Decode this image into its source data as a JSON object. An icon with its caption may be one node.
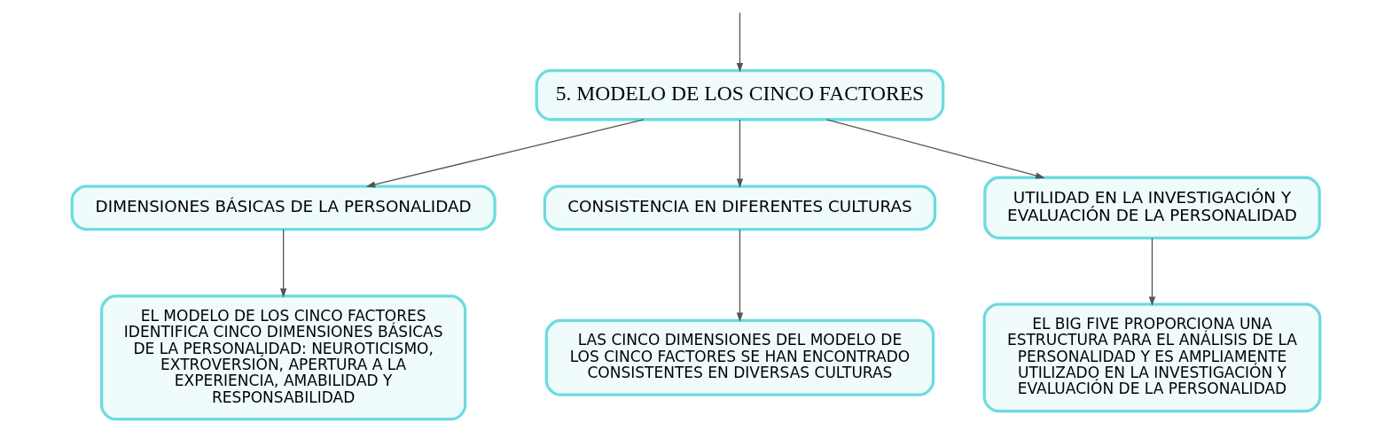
{
  "diagram": {
    "nodes": [
      {
        "text": [
          "5. MODELO DE LOS CINCO FACTORES"
        ]
      },
      {
        "text": [
          "DIMENSIONES BÁSICAS DE LA PERSONALIDAD"
        ]
      },
      {
        "text": [
          "CONSISTENCIA EN DIFERENTES CULTURAS"
        ]
      },
      {
        "text": [
          "UTILIDAD EN LA INVESTIGACIÓN Y EVALUACIÓN DE LA PERSONALIDAD"
        ]
      },
      {
        "text": [
          "EL MODELO DE LOS CINCO FACTORES IDENTIFICA CINCO DIMENSIONES BÁSICAS DE LA PERSONALIDAD: NEUROTICISMO, EXTROVERSIÓN, APERTURA A LA EXPERIENCIA, AMABILIDAD Y RESPONSABILIDAD"
        ]
      },
      {
        "text": [
          "LAS CINCO DIMENSIONES DEL MODELO DE LOS CINCO FACTORES SE HAN ENCONTRADO CONSISTENTES EN DIVERSAS CULTURAS"
        ]
      },
      {
        "text": [
          "EL BIG FIVE PROPORCIONA UNA ESTRUCTURA PARA EL ANÁLISIS DE LA PERSONALIDAD Y ES AMPLIAMENTE UTILIZADO EN LA INVESTIGACIÓN Y EVALUACIÓN DE LA PERSONALIDAD"
        ]
      }
    ],
    "edges": [
      {
        "from": null,
        "to": 0,
        "arrow": "to"
      },
      {
        "from": 0,
        "to": 1,
        "arrow": "to"
      },
      {
        "from": 0,
        "to": 2,
        "arrow": "to"
      },
      {
        "from": 0,
        "to": 3,
        "arrow": "to"
      },
      {
        "from": 1,
        "to": 4,
        "arrow": "to"
      },
      {
        "from": 2,
        "to": 5,
        "arrow": "to"
      },
      {
        "from": 3,
        "to": 6,
        "arrow": "to"
      }
    ]
  }
}
